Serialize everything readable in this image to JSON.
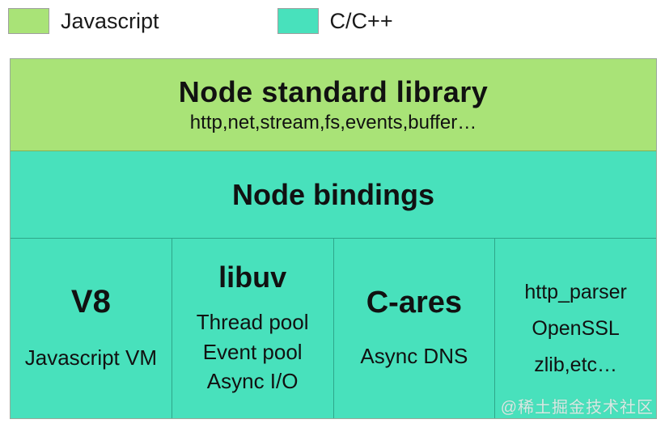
{
  "colors": {
    "javascript": "#a9e377",
    "cpp": "#48e1bc"
  },
  "legend": {
    "items": [
      {
        "label": "Javascript",
        "color": "#a9e377"
      },
      {
        "label": "C/C++",
        "color": "#48e1bc"
      }
    ]
  },
  "diagram": {
    "standard_library": {
      "title": "Node standard library",
      "subtitle": "http,net,stream,fs,events,buffer…"
    },
    "bindings": {
      "title": "Node bindings"
    },
    "columns": [
      {
        "title": "V8",
        "items": [
          "Javascript VM"
        ]
      },
      {
        "title": "libuv",
        "items": [
          "Thread pool",
          "Event pool",
          "Async I/O"
        ]
      },
      {
        "title": "C-ares",
        "items": [
          "Async DNS"
        ]
      },
      {
        "title": "",
        "items": [
          "http_parser",
          "OpenSSL",
          "zlib,etc…"
        ]
      }
    ]
  },
  "watermark": "@稀土掘金技术社区"
}
